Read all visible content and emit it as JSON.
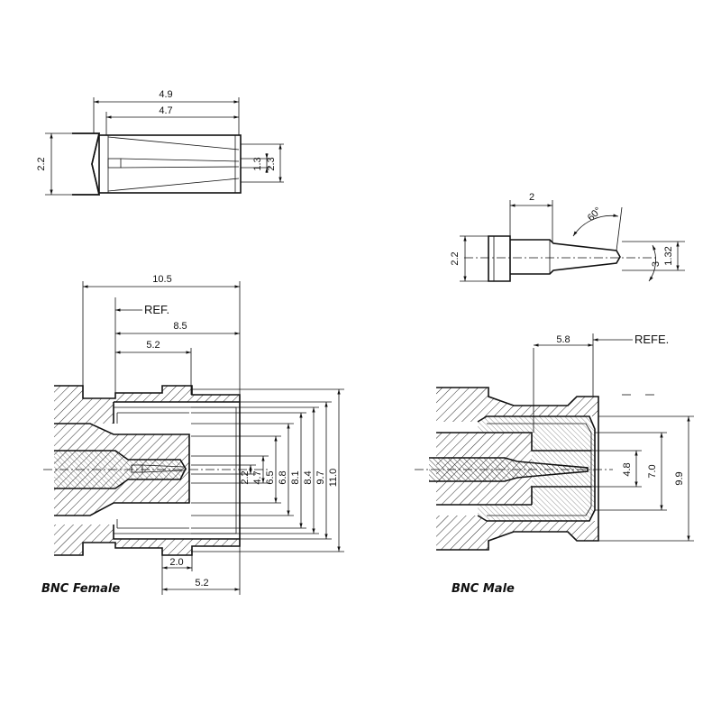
{
  "diagram": {
    "pin_detail": {
      "dims": [
        "4.9",
        "4.7",
        "2.2",
        "1.3",
        "2.3"
      ]
    },
    "male_pin_detail": {
      "dims": [
        "2",
        "60°",
        "2.2",
        "1.32",
        "3"
      ]
    },
    "female": {
      "caption": "BNC Female",
      "ref_label": "REF.",
      "top_dims": [
        "10.5",
        "8.5",
        "5.2"
      ],
      "right_dims": [
        "2.2",
        "4.7",
        "6.5",
        "6.8",
        "8.1",
        "8.4",
        "9.7",
        "11.0"
      ],
      "bottom_dims": [
        "2.0",
        "5.2"
      ]
    },
    "male": {
      "caption": "BNC Male",
      "ref_label": "REFE.",
      "top_dims": [
        "5.8"
      ],
      "right_dims": [
        "4.8",
        "7.0",
        "9.9"
      ]
    }
  }
}
